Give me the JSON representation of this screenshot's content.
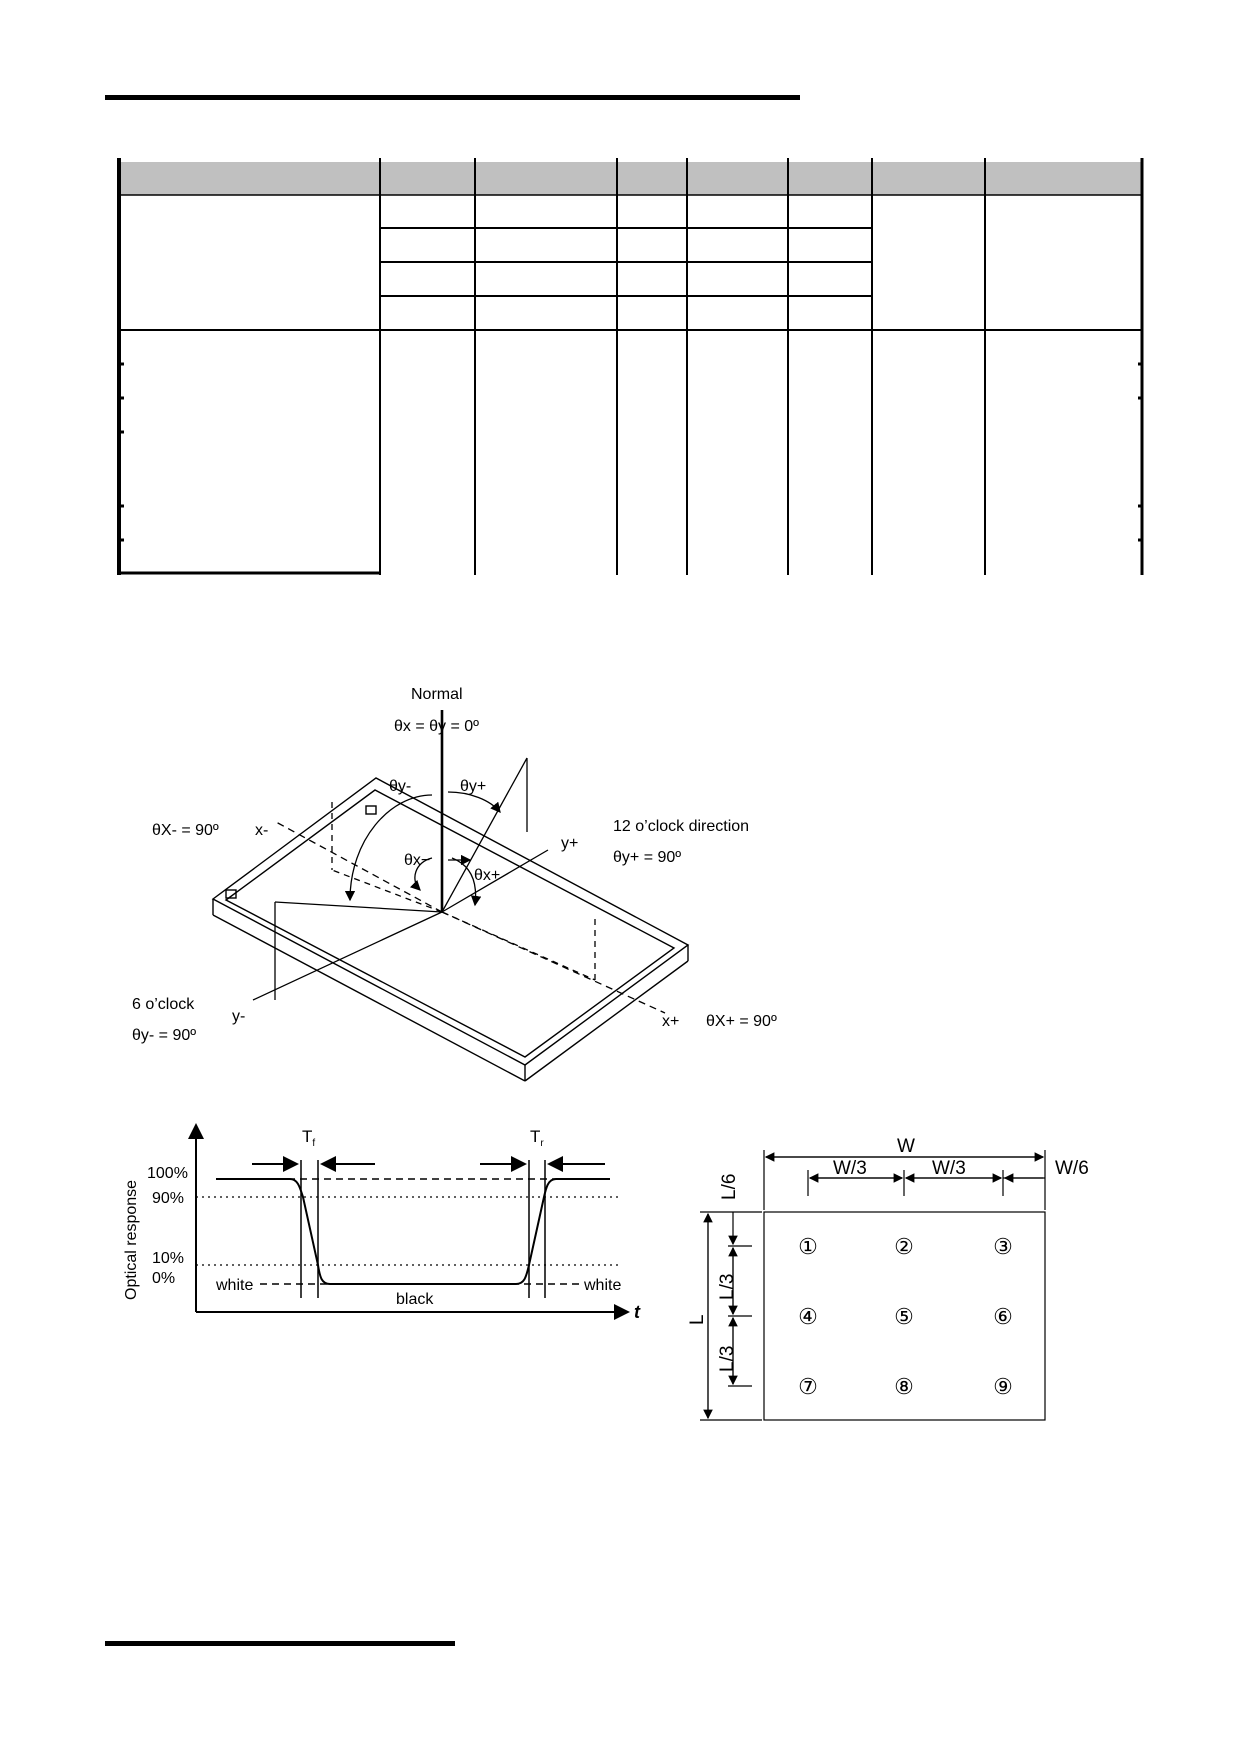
{
  "viewing_angle_figure": {
    "normal": "Normal",
    "normal_eq": "θx = θy = 0º",
    "theta_y_minus": "θy-",
    "theta_y_plus": "θy+",
    "theta_x_minus_90": "θX- = 90º",
    "x_minus": "x-",
    "y_plus": "y+",
    "twelve_oclock": "12 o’clock direction",
    "theta_y_plus_90": "θy+ = 90º",
    "theta_x_minus": "θx−",
    "theta_x_plus": "θx+",
    "six_oclock": "6 o’clock",
    "theta_y_minus_90": "θy- = 90º",
    "y_minus": "y-",
    "x_plus": "x+",
    "theta_x_plus_90": "θX+ = 90º"
  },
  "response_time_figure": {
    "y_axis_label": "Optical response",
    "pct_100": "100%",
    "pct_90": "90%",
    "pct_10": "10%",
    "pct_0": "0%",
    "tf": "T",
    "tf_sub": "f",
    "tr": "T",
    "tr_sub": "r",
    "white_left": "white",
    "black": "black",
    "white_right": "white",
    "t_axis": "t"
  },
  "measurement_points_figure": {
    "w": "W",
    "w3a": "W/3",
    "w3b": "W/3",
    "w6": "W/6",
    "l6": "L/6",
    "l": "L",
    "l3a": "L/3",
    "l3b": "L/3",
    "points": [
      "①",
      "②",
      "③",
      "④",
      "⑤",
      "⑥",
      "⑦",
      "⑧",
      "⑨"
    ]
  }
}
